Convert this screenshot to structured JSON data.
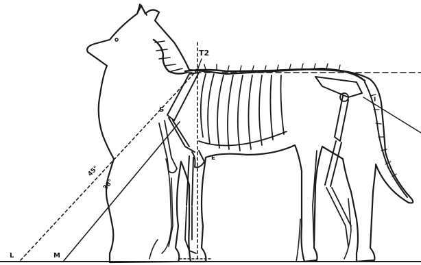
{
  "figure": {
    "labels": {
      "t2": "T2",
      "point_s": "S",
      "point_e": "E",
      "point_i": "I",
      "point_l": "L",
      "point_m": "M",
      "angle_45": "45°",
      "angle_38": "38°"
    },
    "colors": {
      "background": "#ffffff",
      "ink": "#1a1a1a"
    }
  }
}
